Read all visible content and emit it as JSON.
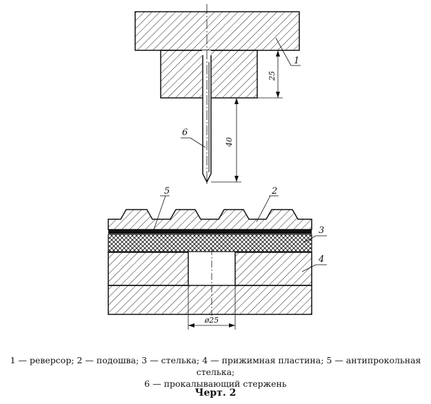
{
  "labels": {
    "part1": "1",
    "part2": "2",
    "part3": "3",
    "part4": "4",
    "part5": "5",
    "part6": "6"
  },
  "dimensions": {
    "block_height": "25",
    "pin_length": "40",
    "hole_diameter": "ø25"
  },
  "legend": {
    "line1": "1 — реверсор; 2 — подошва; 3 — стелька; 4 — прижимная пластина; 5 — антипрокольная стелька;",
    "line2": "6 — прокалывающий стержень"
  },
  "caption": "Черт. 2"
}
